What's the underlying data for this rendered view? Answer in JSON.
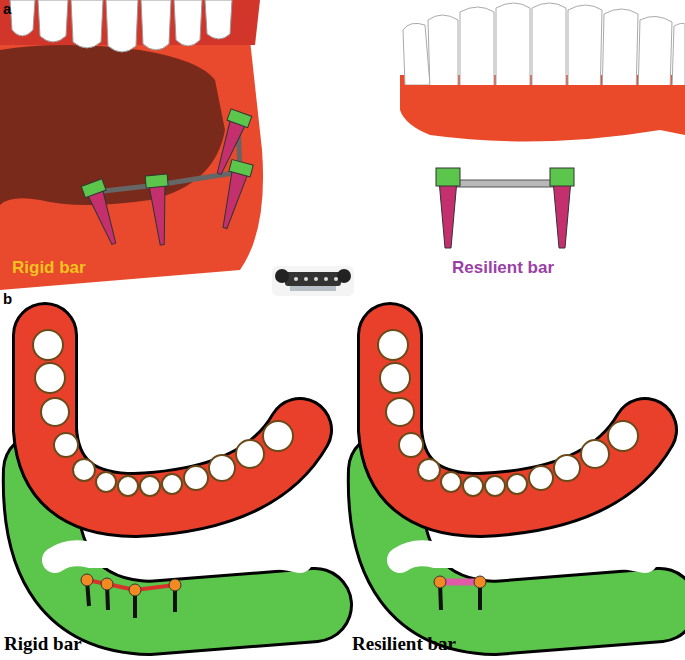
{
  "diagram": {
    "labels": [
      "a",
      "Rigid bar",
      "Resilient bar",
      "b",
      "Rigid bar",
      "Resilient bar"
    ]
  }
}
